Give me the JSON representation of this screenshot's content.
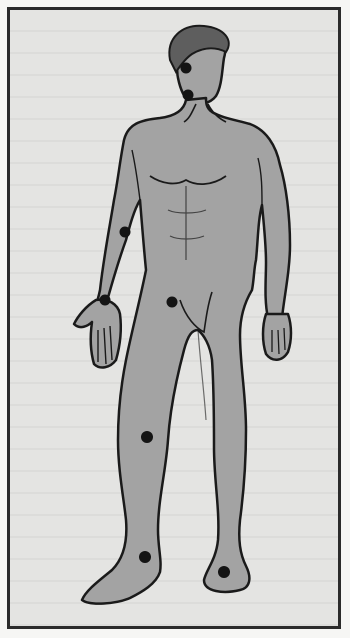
{
  "figure": {
    "description_type": "anatomical-body-outline",
    "fill_color": "#a3a3a3",
    "outline_color": "#1a1a1a",
    "marker_color": "#141414",
    "frame_color": "#2b2b2b",
    "background_color": "#e4e4e2"
  },
  "markers": [
    {
      "name": "marker-neck-upper"
    },
    {
      "name": "marker-neck-lower"
    },
    {
      "name": "marker-upper-arm"
    },
    {
      "name": "marker-wrist"
    },
    {
      "name": "marker-hip"
    },
    {
      "name": "marker-knee"
    },
    {
      "name": "marker-ankle-left"
    },
    {
      "name": "marker-ankle-right"
    }
  ]
}
